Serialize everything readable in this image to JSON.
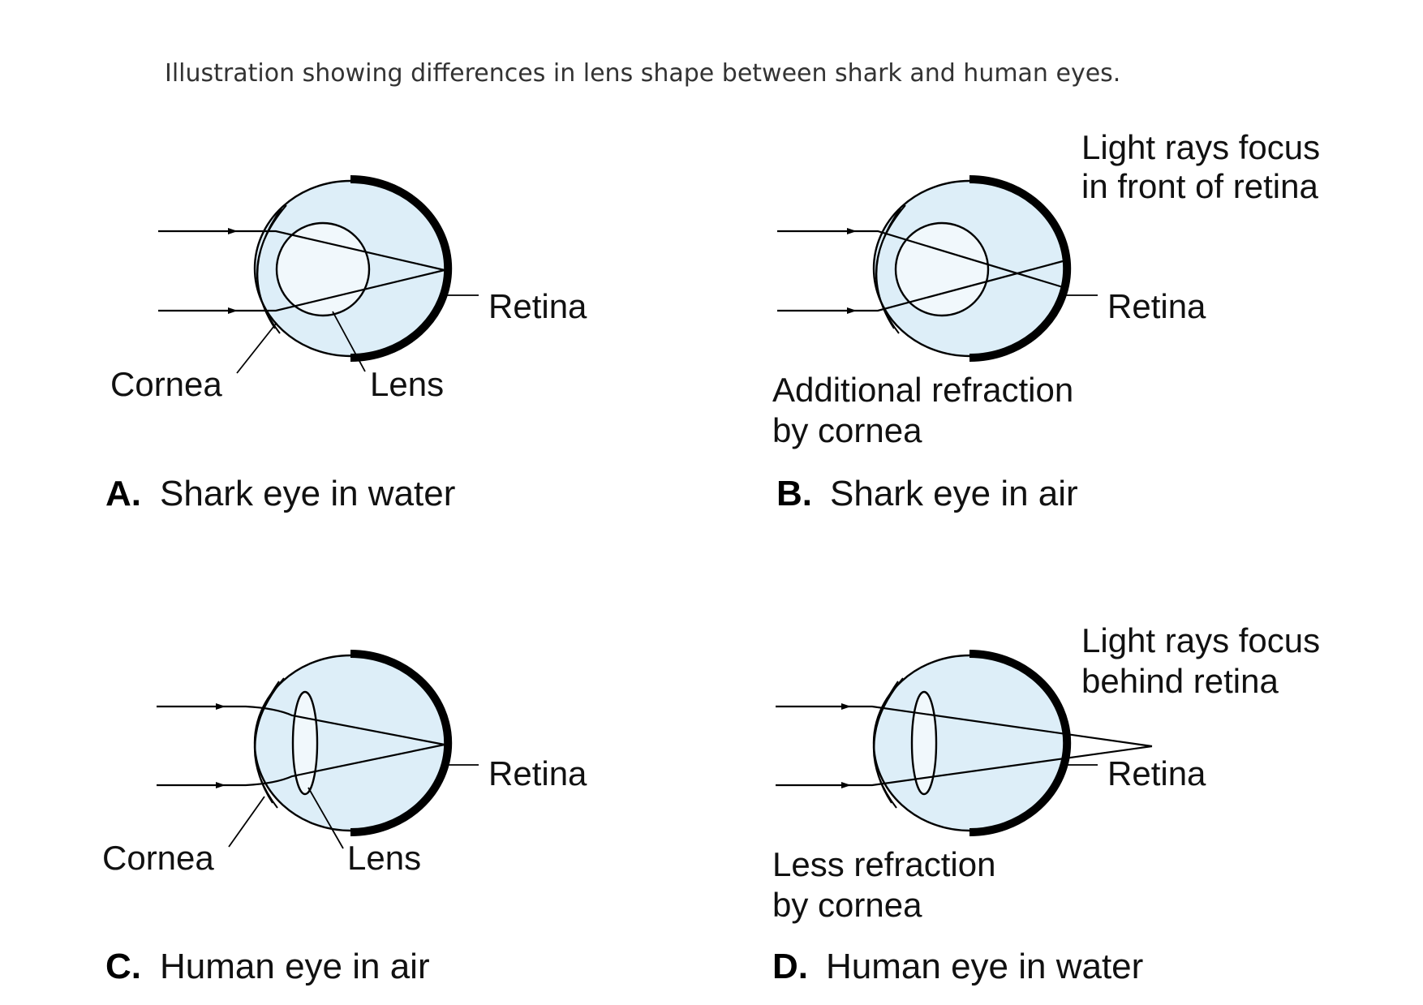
{
  "caption": "Illustration showing differences in lens shape between shark and human eyes.",
  "panels": {
    "a": {
      "letter": "A.",
      "title": "Shark eye in water",
      "label_retina": "Retina",
      "label_cornea": "Cornea",
      "label_lens": "Lens"
    },
    "b": {
      "letter": "B.",
      "title": "Shark eye in air",
      "label_retina": "Retina",
      "note_line1": "Light rays focus",
      "note_line2": "in front of retina",
      "note2_line1": "Additional refraction",
      "note2_line2": "by cornea"
    },
    "c": {
      "letter": "C.",
      "title": "Human eye in air",
      "label_retina": "Retina",
      "label_cornea": "Cornea",
      "label_lens": "Lens"
    },
    "d": {
      "letter": "D.",
      "title": "Human eye in water",
      "label_retina": "Retina",
      "note_line1": "Light rays focus",
      "note_line2": "behind retina",
      "note2_line1": "Less refraction",
      "note2_line2": "by cornea"
    }
  },
  "colors": {
    "eye_fill": "#ddeef8",
    "lens_fill": "#f1f8fc",
    "ink": "#000000"
  }
}
